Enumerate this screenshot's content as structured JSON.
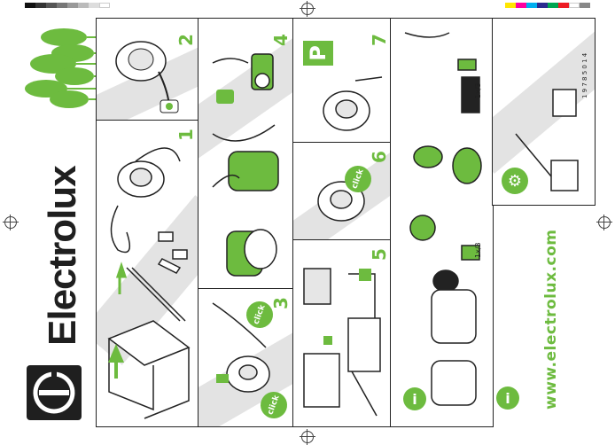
{
  "brand": {
    "name": "Electrolux",
    "website": "www.electrolux.com",
    "part_number": "1 9 7 8 5 0 1 4"
  },
  "colors": {
    "brand_green": "#6dbb3f",
    "dark": "#1f1f1f",
    "line": "#222222",
    "gray": "#e3e3e3"
  },
  "steps": {
    "s1": "1",
    "s2": "2",
    "s3": "3",
    "s4": "4",
    "s5": "5",
    "s6": "6",
    "s7": "7"
  },
  "labels": {
    "click_1": "click",
    "click_2": "click",
    "click_3": "click",
    "parking": "P",
    "info_1": "i",
    "info_2": "i",
    "wash_1": "1x/3",
    "wash_2": "1x/3"
  },
  "icons": {
    "trees": "trees-illustration",
    "logo": "electrolux-logo-icon",
    "wrench": "wrench-icon",
    "recycle": "recycle-icon"
  }
}
